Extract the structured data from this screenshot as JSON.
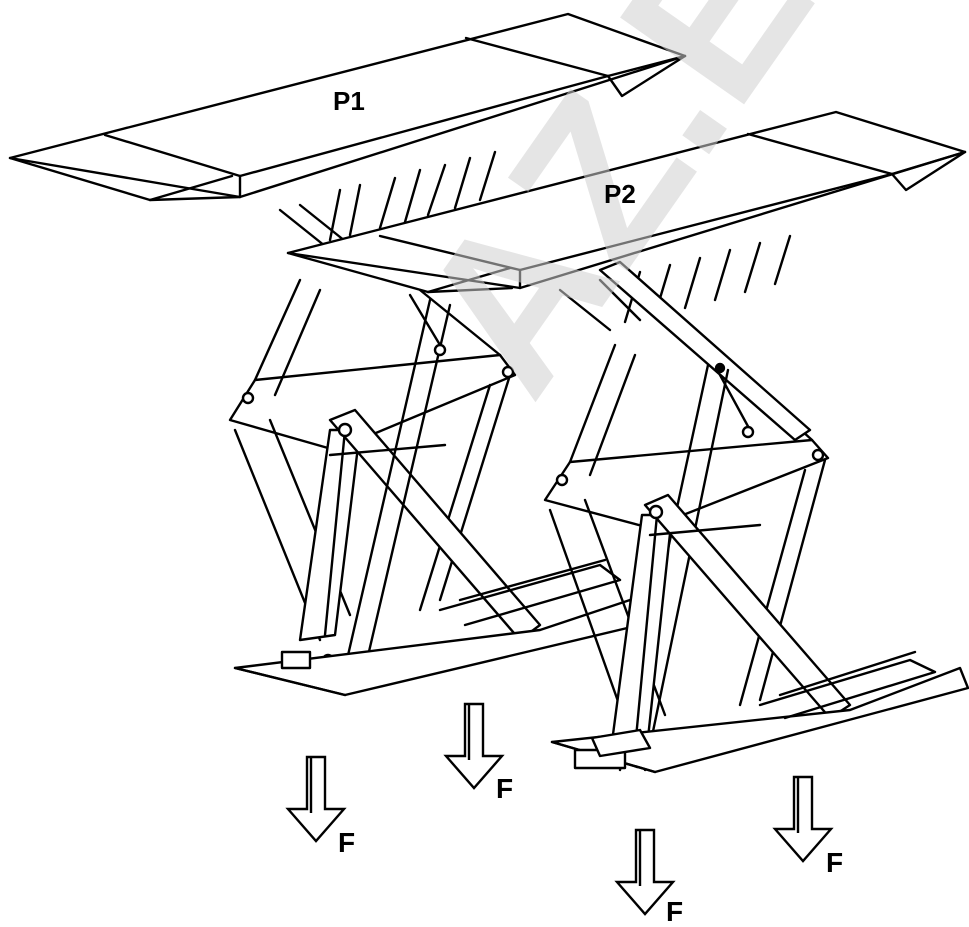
{
  "labels": {
    "platform_1": "P1",
    "platform_2": "P2",
    "force": "F"
  },
  "watermark": "AZ.EU",
  "colors": {
    "line": "#000000",
    "background": "#ffffff",
    "watermark": "#d0d0d0"
  },
  "icons": [
    "down-arrow-icon"
  ]
}
